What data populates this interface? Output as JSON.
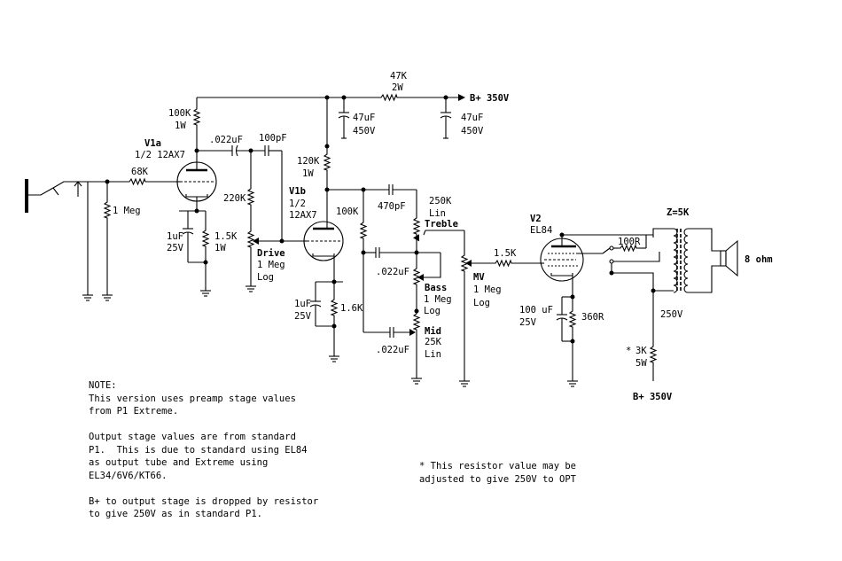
{
  "labels": {
    "r_47k": "47K",
    "r_47k_w": "2W",
    "bplus_main": "B+ 350V",
    "c_47uf_a": "47uF",
    "c_47uf_a_v": "450V",
    "c_47uf_b": "47uF",
    "c_47uf_b_v": "450V",
    "r_100k_plate": "100K",
    "r_100k_plate_w": "1W",
    "v1a_name": "V1a",
    "v1a_type": "1/2 12AX7",
    "c_022_coupling": ".022uF",
    "c_100pf": "100pF",
    "r_68k": "68K",
    "r_1meg_input": "1 Meg",
    "r_220k": "220K",
    "c_1uf_a": "1uF",
    "c_1uf_a_v": "25V",
    "r_15k": "1.5K",
    "r_15k_w": "1W",
    "drive": "Drive",
    "drive_val": "1 Meg",
    "drive_taper": "Log",
    "r_120k": "120K",
    "r_120k_w": "1W",
    "v1b_name": "V1b",
    "v1b_type_a": "1/2",
    "v1b_type_b": "12AX7",
    "r_100k_v1b": "100K",
    "c_470pf": "470pF",
    "treble_val": "250K",
    "treble_taper": "Lin",
    "treble": "Treble",
    "c_022_bass": ".022uF",
    "bass": "Bass",
    "bass_val": "1 Meg",
    "bass_taper": "Log",
    "c_1uf_b": "1uF",
    "c_1uf_b_v": "25V",
    "r_16k": "1.6K",
    "mid": "Mid",
    "mid_val": "25K",
    "mid_taper": "Lin",
    "c_022_mid": ".022uF",
    "r_15k_grid": "1.5K",
    "mv": "MV",
    "mv_val": "1 Meg",
    "mv_taper": "Log",
    "v2_name": "V2",
    "v2_type": "EL84",
    "r_100r": "100R",
    "opt_z": "Z=5K",
    "speaker": "8 ohm",
    "c_100uf": "100 uF",
    "c_100uf_v": "25V",
    "r_360r": "360R",
    "v_250": "250V",
    "r_3k_star": "*",
    "r_3k": "3K",
    "r_3k_w": "5W",
    "bplus_output": "B+ 350V"
  },
  "notes": {
    "left": [
      "NOTE:",
      "This version uses preamp stage values",
      "from P1 Extreme.",
      "",
      "Output stage values are from standard",
      "P1.  This is due to standard using EL84",
      "as output tube and Extreme using",
      "EL34/6V6/KT66.",
      "",
      "B+ to output stage is dropped by resistor",
      "to give 250V as in standard P1."
    ],
    "right": [
      "* This resistor value may be",
      "adjusted to give 250V to OPT"
    ]
  }
}
